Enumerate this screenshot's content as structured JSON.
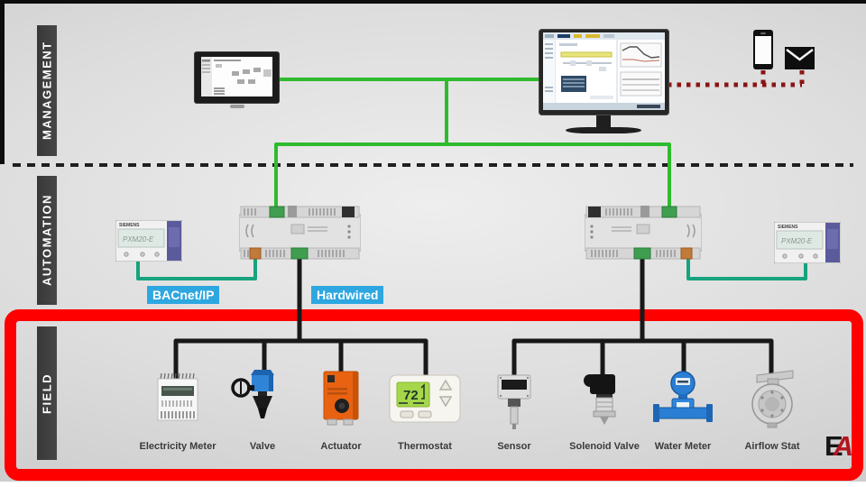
{
  "layers": [
    {
      "label": "MANAGEMENT"
    },
    {
      "label": "AUTOMATION"
    },
    {
      "label": "FIELD"
    }
  ],
  "automation": {
    "bus_labels": [
      {
        "label": "BACnet/IP"
      },
      {
        "label": "Hardwired"
      }
    ],
    "pxm_brand": "SIEMENS",
    "pxm_model": "PXM20-E"
  },
  "field": {
    "thermostat_reading": "72",
    "devices": [
      {
        "label": "Electricity Meter"
      },
      {
        "label": "Valve"
      },
      {
        "label": "Actuator"
      },
      {
        "label": "Thermostat"
      },
      {
        "label": "Sensor"
      },
      {
        "label": "Solenoid Valve"
      },
      {
        "label": "Water Meter"
      },
      {
        "label": "Airflow Stat"
      }
    ]
  },
  "icons": {
    "phone_icon": "smartphone",
    "mail_icon": "envelope",
    "monitor_icon": "desktop-monitor",
    "touch_panel_icon": "wall-touch-panel"
  },
  "logo": {
    "black_letter": "E",
    "red_letter": "A"
  },
  "colors": {
    "network_green": "#2ebb2e",
    "bacnet_teal": "#17a37e",
    "field_wire_black": "#181818",
    "remote_dotted_red": "#8a1414",
    "separator_dash": "#1f1f1f",
    "bus_label_blue": "#2ea7e0",
    "highlight_border_red": "#fe0000",
    "layer_bar_gray": "#3f3f3f"
  }
}
